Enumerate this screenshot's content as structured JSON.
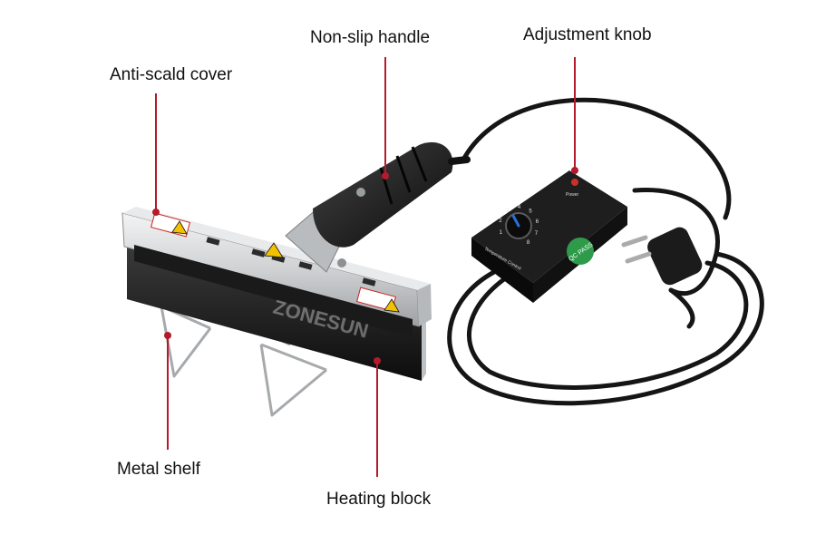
{
  "labels": {
    "anti_scald_cover": "Anti-scald cover",
    "non_slip_handle": "Non-slip handle",
    "adjustment_knob": "Adjustment knob",
    "metal_shelf": "Metal shelf",
    "heating_block": "Heating block"
  },
  "controller": {
    "power_label": "Power",
    "temperature_label": "Temperature Control",
    "dial_numbers": [
      "1",
      "2",
      "3",
      "4",
      "5",
      "6",
      "7",
      "8"
    ],
    "qc_badge": "QC PASS"
  },
  "watermark": "ZONESUN",
  "colors": {
    "leader_line": "#b31b2a",
    "background": "#ffffff",
    "label_text": "#111111",
    "qc_badge": "#2e9b4a"
  }
}
